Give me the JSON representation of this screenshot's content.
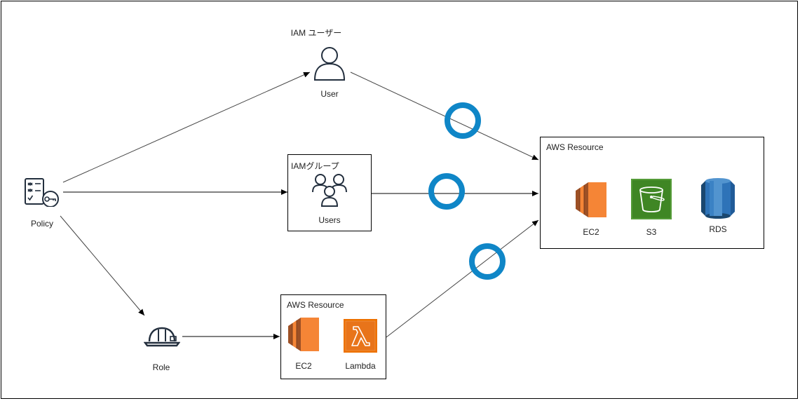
{
  "iam_user": {
    "title": "IAM ユーザー",
    "label": "User"
  },
  "iam_group": {
    "title": "IAMグループ",
    "label": "Users"
  },
  "policy": {
    "label": "Policy"
  },
  "role": {
    "label": "Role"
  },
  "resource_main": {
    "title": "AWS Resource",
    "items": [
      {
        "label": "EC2",
        "icon": "ec2-icon"
      },
      {
        "label": "S3",
        "icon": "s3-bucket-icon"
      },
      {
        "label": "RDS",
        "icon": "rds-icon"
      }
    ]
  },
  "resource_role": {
    "title": "AWS Resource",
    "items": [
      {
        "label": "EC2",
        "icon": "ec2-icon"
      },
      {
        "label": "Lambda",
        "icon": "lambda-icon"
      }
    ]
  },
  "colors": {
    "circle": "#0f86c7",
    "ec2_light": "#f58536",
    "ec2_dark": "#9d5025",
    "s3": "#3f8624",
    "lambda": "#ed7100",
    "rds": "#2e73b8"
  }
}
